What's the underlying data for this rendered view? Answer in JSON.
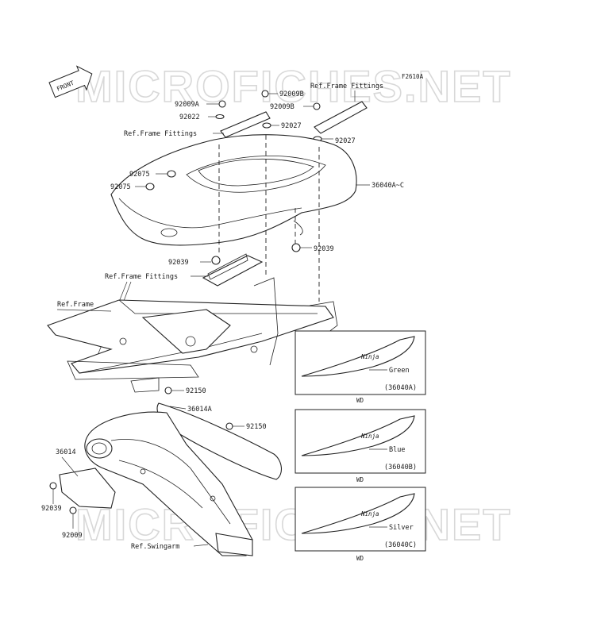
{
  "figure_code": "F2610A",
  "watermark": "MICROFICHES.NET",
  "front_label": "FRONT",
  "labels": {
    "ref_frame_fittings_top": "Ref.Frame Fittings",
    "p_92009A": "92009A",
    "p_92009B_1": "92009B",
    "p_92009B_2": "92009B",
    "p_92022": "92022",
    "p_92027_1": "92027",
    "p_92027_2": "92027",
    "ref_frame_fittings_mid": "Ref.Frame Fittings",
    "p_92075_1": "92075",
    "p_92075_2": "92075",
    "p_36040AC": "36040A~C",
    "p_92039_1": "92039",
    "p_92039_2": "92039",
    "ref_frame_fittings_low": "Ref.Frame Fittings",
    "ref_frame": "Ref.Frame",
    "p_92150_1": "92150",
    "p_36014A": "36014A",
    "p_92150_2": "92150",
    "p_36014": "36014",
    "p_92039_3": "92039",
    "p_92009": "92009",
    "ref_swingarm": "Ref.Swingarm"
  },
  "variants": [
    {
      "color": "Green",
      "code": "(36040A)",
      "wd": "WD",
      "logo": "Ninja"
    },
    {
      "color": "Blue",
      "code": "(36040B)",
      "wd": "WD",
      "logo": "Ninja"
    },
    {
      "color": "Silver",
      "code": "(36040C)",
      "wd": "WD",
      "logo": "Ninja"
    }
  ]
}
